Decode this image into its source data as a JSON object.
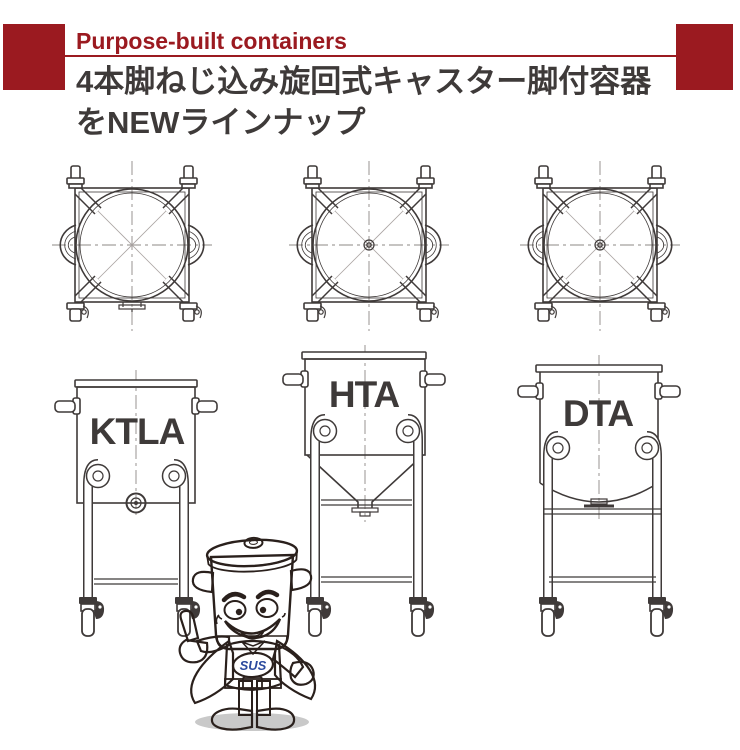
{
  "theme": {
    "page_bg": "#ffffff",
    "accent": "#9b1a20",
    "ink": "#3e3a39",
    "draw": "#3f3a39",
    "mascot_blue": "#2b4a9e",
    "mascot_red": "#d8262c",
    "mascot_yellow": "#f6ec3a"
  },
  "header": {
    "eyebrow": "Purpose-built containers",
    "title_line1": "4本脚ねじ込み旋回式キャスター脚付容器",
    "title_line2": "をNEWラインナップ"
  },
  "products": [
    {
      "label": "KTLA",
      "bottom_type": "flat-with-drain"
    },
    {
      "label": "HTA",
      "bottom_type": "hopper"
    },
    {
      "label": "DTA",
      "bottom_type": "dished"
    }
  ],
  "mascot": {
    "badge_text": "SUS"
  }
}
